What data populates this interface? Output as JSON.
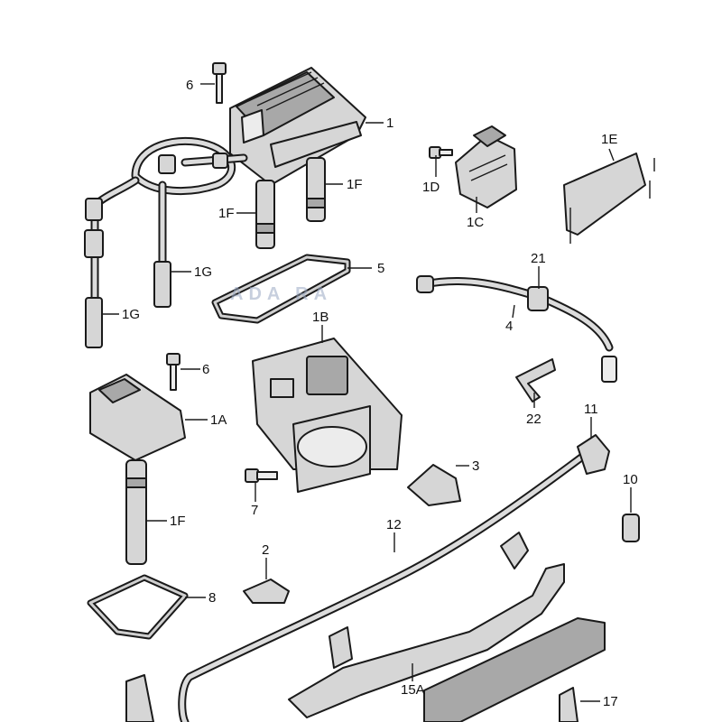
{
  "callouts": [
    {
      "id": "c-6-top",
      "text": "6"
    },
    {
      "id": "c-1",
      "text": "1"
    },
    {
      "id": "c-1f-a",
      "text": "1F"
    },
    {
      "id": "c-1f-b",
      "text": "1F"
    },
    {
      "id": "c-1g-a",
      "text": "1G"
    },
    {
      "id": "c-1g-b",
      "text": "1G"
    },
    {
      "id": "c-5",
      "text": "5"
    },
    {
      "id": "c-1d",
      "text": "1D"
    },
    {
      "id": "c-1c",
      "text": "1C"
    },
    {
      "id": "c-1e",
      "text": "1E"
    },
    {
      "id": "c-21",
      "text": "21"
    },
    {
      "id": "c-4",
      "text": "4"
    },
    {
      "id": "c-1b",
      "text": "1B"
    },
    {
      "id": "c-6-mid",
      "text": "6"
    },
    {
      "id": "c-1a",
      "text": "1A"
    },
    {
      "id": "c-22",
      "text": "22"
    },
    {
      "id": "c-11",
      "text": "11"
    },
    {
      "id": "c-3",
      "text": "3"
    },
    {
      "id": "c-7",
      "text": "7"
    },
    {
      "id": "c-10",
      "text": "10"
    },
    {
      "id": "c-1f-c",
      "text": "1F"
    },
    {
      "id": "c-12",
      "text": "12"
    },
    {
      "id": "c-2",
      "text": "2"
    },
    {
      "id": "c-8",
      "text": "8"
    },
    {
      "id": "c-15a",
      "text": "15A"
    },
    {
      "id": "c-17",
      "text": "17"
    }
  ],
  "watermark": "ADA  RA"
}
